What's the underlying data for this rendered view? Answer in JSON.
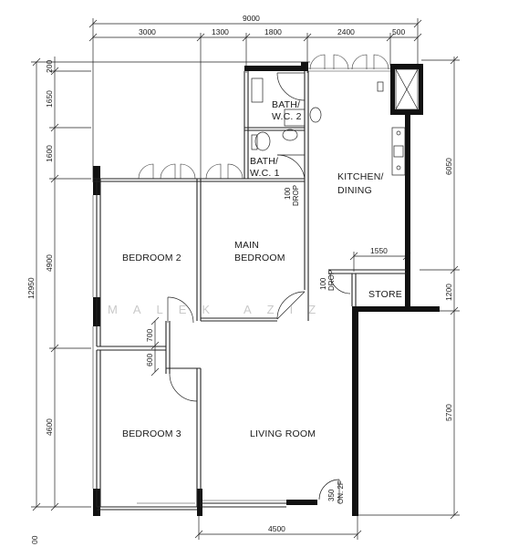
{
  "rooms": {
    "bath_wc_2": [
      "BATH/",
      "W.C. 2"
    ],
    "bath_wc_1": [
      "BATH/",
      "W.C. 1"
    ],
    "kitchen": [
      "KITCHEN/",
      "DINING"
    ],
    "main_bedroom": [
      "MAIN",
      "BEDROOM"
    ],
    "bedroom_2": "BEDROOM 2",
    "bedroom_3": "BEDROOM 3",
    "living_room": "LIVING ROOM",
    "store": "STORE"
  },
  "drop_labels": {
    "bath_drop": [
      "100",
      "DROP"
    ],
    "store_drop": [
      "100",
      "DROP"
    ],
    "entrance": [
      "350",
      "ON. 2F"
    ]
  },
  "dimensions": {
    "top_overall": "9000",
    "top_segments": [
      "3000",
      "1300",
      "1800",
      "2400",
      "500"
    ],
    "left_overall": "12950",
    "left_segments": [
      "200",
      "1650",
      "1600",
      "4900",
      "700",
      "600",
      "4600"
    ],
    "left_bottom_partial": "00",
    "right_segments": [
      "6050",
      "1200",
      "5700"
    ],
    "kitchen_width": "1550",
    "bottom": "4500"
  },
  "watermark": "MALEK AZIZ"
}
